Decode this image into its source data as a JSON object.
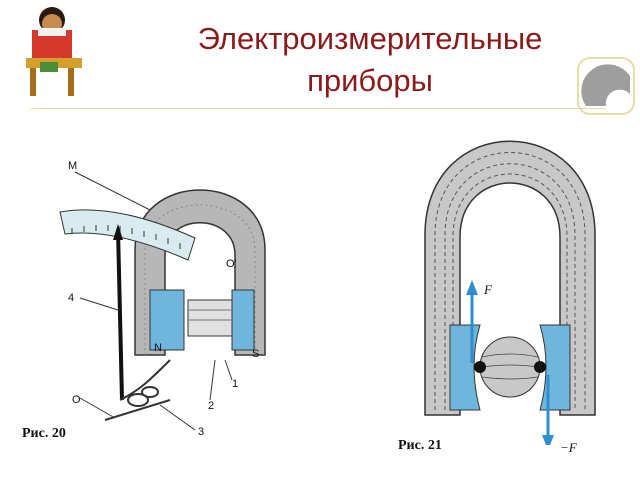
{
  "slide": {
    "title_line1": "Электроизмерительные",
    "title_line2": "приборы"
  },
  "figure20": {
    "caption": "Рис. 20",
    "labels": [
      "M",
      "O'",
      "4",
      "N",
      "S",
      "1",
      "2",
      "3",
      "O"
    ]
  },
  "figure21": {
    "caption": "Рис. 21",
    "force_up": "F",
    "force_down": "−F"
  },
  "colors": {
    "title": "#8b1a1a",
    "magnet_gray": "#b7b7b7",
    "pole_blue": "#6fb6dc",
    "arrow_blue": "#2e8fd0"
  }
}
